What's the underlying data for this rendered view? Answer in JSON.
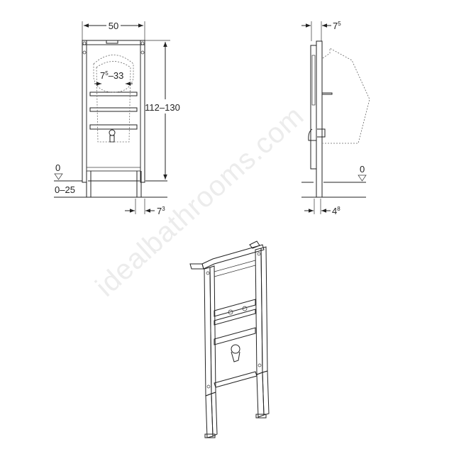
{
  "front_view": {
    "width_label": "50",
    "height_label": "112–130",
    "bowl_range": {
      "base": "7",
      "sup": "5",
      "rest": "–33"
    },
    "level_zero": "0",
    "floor_range": "0–25",
    "leg_offset": {
      "base": "7",
      "sup": "3"
    }
  },
  "side_view": {
    "depth_top": {
      "base": "7",
      "sup": "5"
    },
    "level_zero": "0",
    "depth_bottom": {
      "base": "4",
      "sup": "8"
    }
  },
  "watermark": "idealbathrooms.com"
}
